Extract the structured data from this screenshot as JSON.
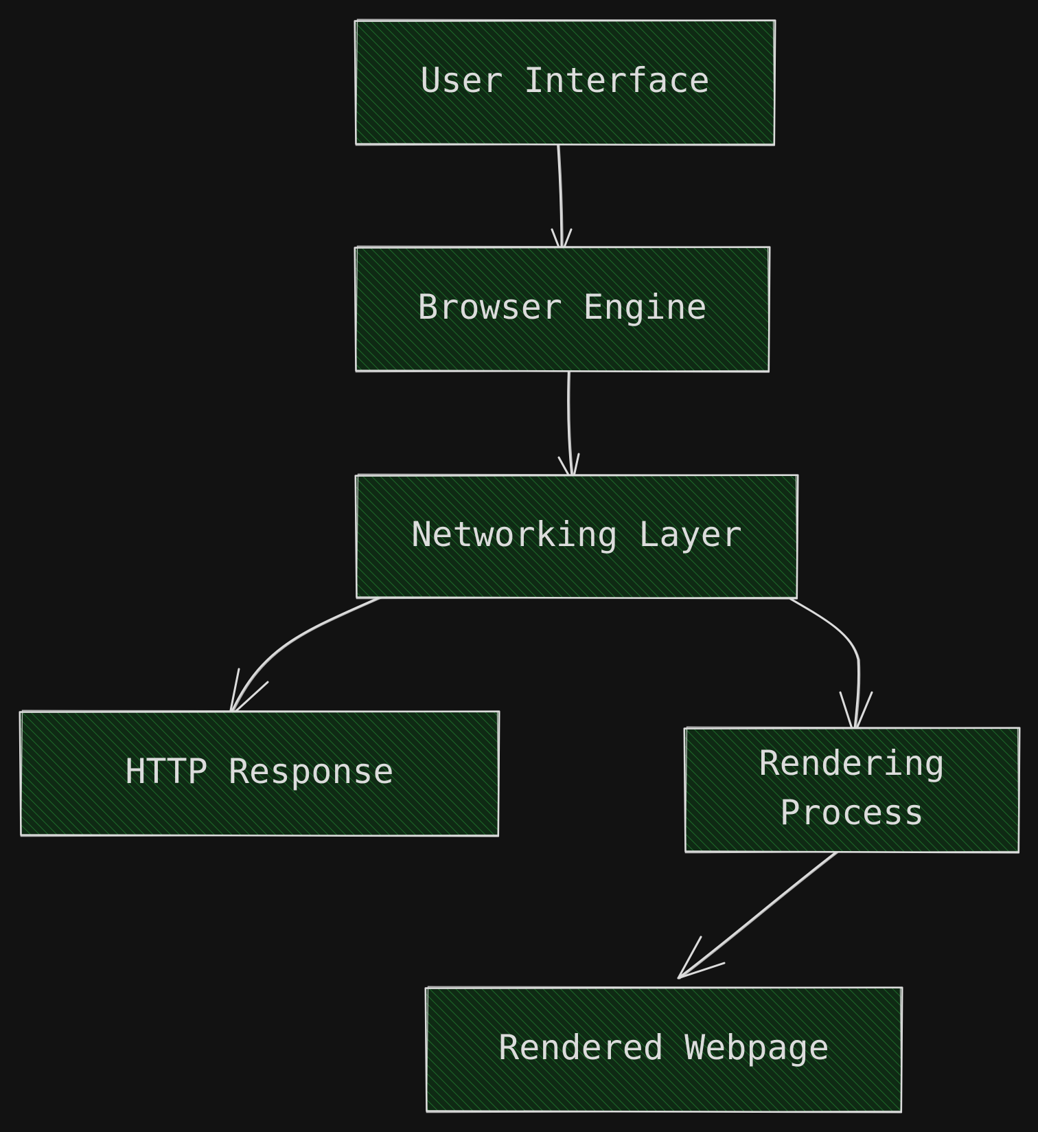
{
  "diagram": {
    "colors": {
      "background": "#121212",
      "node_fill": "#0f2a14",
      "hatch": "#1e6b2a",
      "stroke": "#dcdcdc",
      "text": "#dcdcdc"
    },
    "nodes": [
      {
        "id": "user-interface",
        "label": "User Interface"
      },
      {
        "id": "browser-engine",
        "label": "Browser Engine"
      },
      {
        "id": "networking-layer",
        "label": "Networking Layer"
      },
      {
        "id": "http-response",
        "label": "HTTP Response"
      },
      {
        "id": "rendering-process",
        "label": "Rendering\nProcess"
      },
      {
        "id": "rendered-webpage",
        "label": "Rendered Webpage"
      }
    ],
    "edges": [
      {
        "from": "user-interface",
        "to": "browser-engine"
      },
      {
        "from": "browser-engine",
        "to": "networking-layer"
      },
      {
        "from": "networking-layer",
        "to": "http-response"
      },
      {
        "from": "networking-layer",
        "to": "rendering-process"
      },
      {
        "from": "rendering-process",
        "to": "rendered-webpage"
      }
    ]
  }
}
